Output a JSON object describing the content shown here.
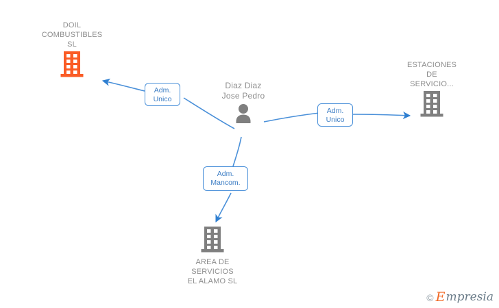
{
  "diagram": {
    "type": "entity-relationship-graph",
    "background_color": "#ffffff",
    "accent_color": "#4a90d9",
    "company_gray": "#7f7f7f",
    "company_orange": "#fa5c26",
    "person": {
      "name": "Diaz Diaz\nJose Pedro",
      "icon": "person-icon"
    },
    "companies": [
      {
        "id": "doil",
        "name": "DOIL\nCOMBUSTIBLES\nSL",
        "icon": "building-icon",
        "color": "#fa5c26"
      },
      {
        "id": "estaciones",
        "name": "ESTACIONES\nDE\nSERVICIO...",
        "icon": "building-icon",
        "color": "#7f7f7f"
      },
      {
        "id": "alamo",
        "name": "AREA DE\nSERVICIOS\nEL ALAMO  SL",
        "icon": "building-icon",
        "color": "#7f7f7f"
      }
    ],
    "relations": [
      {
        "id": "rel-doil",
        "label": "Adm.\nUnico",
        "from": "person",
        "to": "doil"
      },
      {
        "id": "rel-estaciones",
        "label": "Adm.\nUnico",
        "from": "person",
        "to": "estaciones"
      },
      {
        "id": "rel-alamo",
        "label": "Adm.\nMancom.",
        "from": "person",
        "to": "alamo"
      }
    ]
  },
  "watermark": {
    "copyright": "©",
    "brand_initial": "E",
    "brand_rest": "mpresia"
  }
}
